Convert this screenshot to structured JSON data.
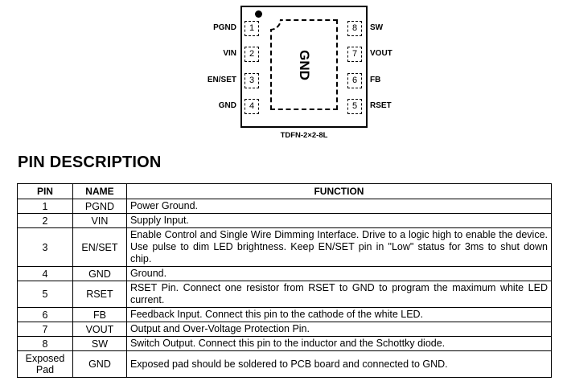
{
  "package": {
    "name": "TDFN-2×2-8L",
    "exposed_pad_label": "GND",
    "left_pins": [
      {
        "num": "1",
        "name": "PGND"
      },
      {
        "num": "2",
        "name": "VIN"
      },
      {
        "num": "3",
        "name": "EN/SET"
      },
      {
        "num": "4",
        "name": "GND"
      }
    ],
    "right_pins": [
      {
        "num": "8",
        "name": "SW"
      },
      {
        "num": "7",
        "name": "VOUT"
      },
      {
        "num": "6",
        "name": "FB"
      },
      {
        "num": "5",
        "name": "RSET"
      }
    ]
  },
  "section_title": "PIN DESCRIPTION",
  "table": {
    "headers": [
      "PIN",
      "NAME",
      "FUNCTION"
    ],
    "rows": [
      {
        "pin": "1",
        "name": "PGND",
        "function": "Power Ground."
      },
      {
        "pin": "2",
        "name": "VIN",
        "function": "Supply Input."
      },
      {
        "pin": "3",
        "name": "EN/SET",
        "function": "Enable Control and Single Wire Dimming Interface. Drive to a logic high to enable the device. Use pulse to dim LED brightness. Keep EN/SET pin in \"Low\" status for 3ms to shut down chip."
      },
      {
        "pin": "4",
        "name": "GND",
        "function": "Ground."
      },
      {
        "pin": "5",
        "name": "RSET",
        "function": "RSET Pin. Connect one resistor from RSET to GND to program the maximum white LED current."
      },
      {
        "pin": "6",
        "name": "FB",
        "function": "Feedback Input. Connect this pin to the cathode of the white LED."
      },
      {
        "pin": "7",
        "name": "VOUT",
        "function": "Output and Over-Voltage Protection Pin."
      },
      {
        "pin": "8",
        "name": "SW",
        "function": "Switch Output. Connect this pin to the inductor and the Schottky diode."
      },
      {
        "pin": "Exposed Pad",
        "name": "GND",
        "function": "Exposed pad should be soldered to PCB board and connected to GND."
      }
    ]
  }
}
